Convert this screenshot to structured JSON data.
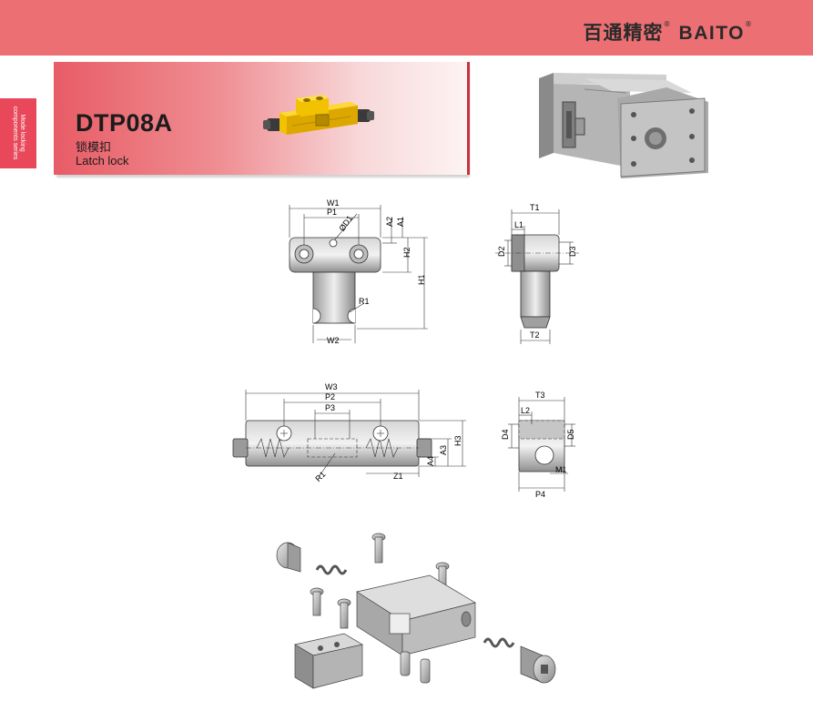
{
  "header": {
    "brand_cn": "百通精密",
    "brand_en": "BAITO",
    "reg": "®"
  },
  "side_tab": {
    "text": "Mode locking components series"
  },
  "product": {
    "model": "DTP08A",
    "name_cn": "锁模扣",
    "name_en": "Latch lock"
  },
  "drawings": {
    "front": {
      "labels": [
        "W1",
        "P1",
        "ØD1",
        "A2",
        "A1",
        "H2",
        "H1",
        "R1",
        "W2"
      ]
    },
    "side": {
      "labels": [
        "T1",
        "L1",
        "D2",
        "D3",
        "T2"
      ]
    },
    "body_front": {
      "labels": [
        "W3",
        "P2",
        "P3",
        "R1",
        "Z1",
        "A4",
        "A3",
        "H3"
      ]
    },
    "body_side": {
      "labels": [
        "T3",
        "L2",
        "D4",
        "D5",
        "M1",
        "P4"
      ]
    }
  },
  "colors": {
    "header": "#ec7073",
    "side_tab": "#e8485a",
    "banner_start": "#e85c66",
    "part_yellow": "#f2c200"
  }
}
